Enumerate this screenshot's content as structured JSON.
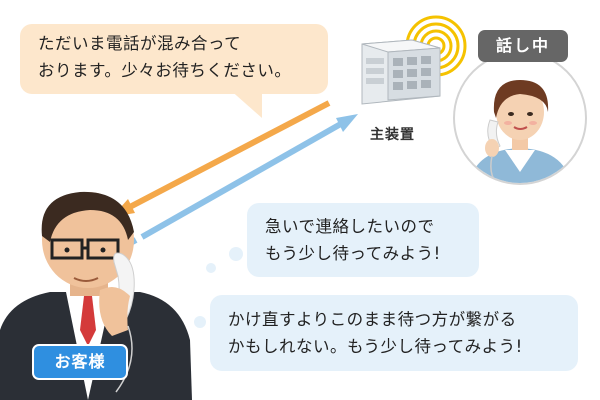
{
  "bubbles": {
    "operator": {
      "line1": "ただいま電話が混み合って",
      "line2": "おります。少々お待ちください。"
    },
    "thought1": {
      "line1": "急いで連絡したいので",
      "line2": "もう少し待ってみよう!"
    },
    "thought2": {
      "line1": "かけ直すよりこのまま待つ方が繋がる",
      "line2": "かもしれない。もう少し待ってみよう!"
    }
  },
  "labels": {
    "main_unit": "主装置",
    "busy": "話し中",
    "customer": "お客様"
  },
  "colors": {
    "orange_arrow": "#f4a84a",
    "blue_arrow": "#8ec2e8",
    "orange_bubble": "#fde7cc",
    "blue_bubble": "#e5f1fa",
    "busy_tag": "#666666",
    "customer_tag": "#2f8fe0",
    "signal_rings": "#f5c200"
  },
  "icons": [
    "pbx-unit-icon",
    "signal-rings-icon",
    "operator-avatar-icon",
    "customer-avatar-icon"
  ]
}
